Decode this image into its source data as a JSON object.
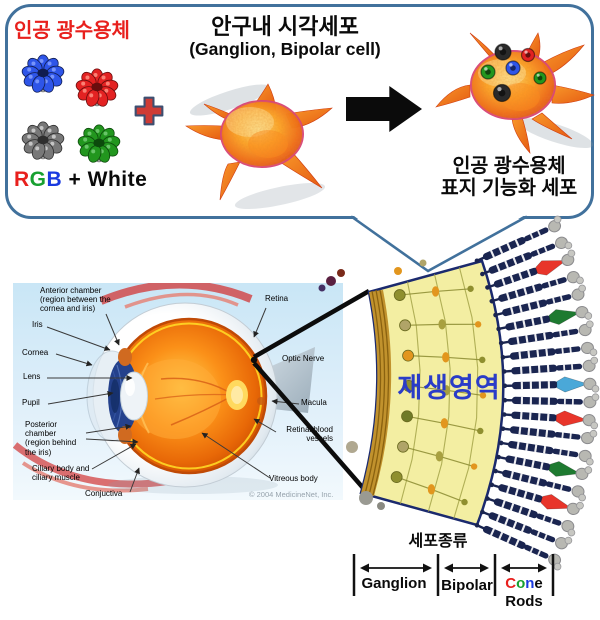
{
  "colors": {
    "bubble_border": "#41719c",
    "title_red": "#e8201d",
    "regen_blue": "#2a3cc8",
    "rod_navy": "#1a2550",
    "cone_red": "#e8352a",
    "cone_green": "#1e7a30",
    "cone_blue": "#4aa8d8",
    "rgb_r": "#e8201d",
    "rgb_g": "#18a030",
    "rgb_b": "#1a3ae0",
    "cluster_blue": "#2e55e8",
    "cluster_red": "#e32222",
    "cluster_gray": "#787878",
    "cluster_green": "#22961e",
    "box_fill": "#f3eea2",
    "box_border": "#1b2a6e",
    "band_brown": "#c1922d"
  },
  "bubble": {
    "title_left": "인공 광수용체",
    "rgb": {
      "r": "R",
      "g": "G",
      "b": "B",
      "rest": " + White"
    },
    "title_center_1": "안구내 시각세포",
    "title_center_2": "(Ganglion, Bipolar cell)",
    "result_1": "인공 광수용체",
    "result_2": "표지 기능화 세포"
  },
  "eye_diagram": {
    "labels": {
      "anterior_1": "Anterior chamber",
      "anterior_2": "(region between the",
      "anterior_3": "cornea and iris)",
      "iris": "Iris",
      "cornea": "Cornea",
      "lens": "Lens",
      "pupil": "Pupil",
      "posterior_1": "Posterior",
      "posterior_2": "chamber",
      "posterior_3": "(region behind",
      "posterior_4": "the iris)",
      "ciliary_1": "Ciliary body and",
      "ciliary_2": "ciliary muscle",
      "conjuctiva": "Conjuctiva",
      "retina": "Retina",
      "optic_nerve": "Optic Nerve",
      "macula": "Macula",
      "vessels_1": "Retinal blood",
      "vessels_2": "vessels",
      "vitreous": "Vitreous body"
    },
    "copyright": "© 2004 MedicineNet, Inc."
  },
  "retina_diagram": {
    "regen_label": "재생영역",
    "cell_type_label": "세포종류",
    "ganglion_label": "Ganglion",
    "bipolar_label": "Bipolar",
    "cone_c": "C",
    "cone_o": "o",
    "cone_n": "n",
    "cone_e": "e",
    "rods_label": "Rods",
    "cone_rows": {
      "2": "cone_red",
      "5": "cone_green",
      "9": "cone_blue",
      "11": "cone_red",
      "14": "cone_green",
      "16": "cone_red"
    },
    "row_count": 20
  }
}
